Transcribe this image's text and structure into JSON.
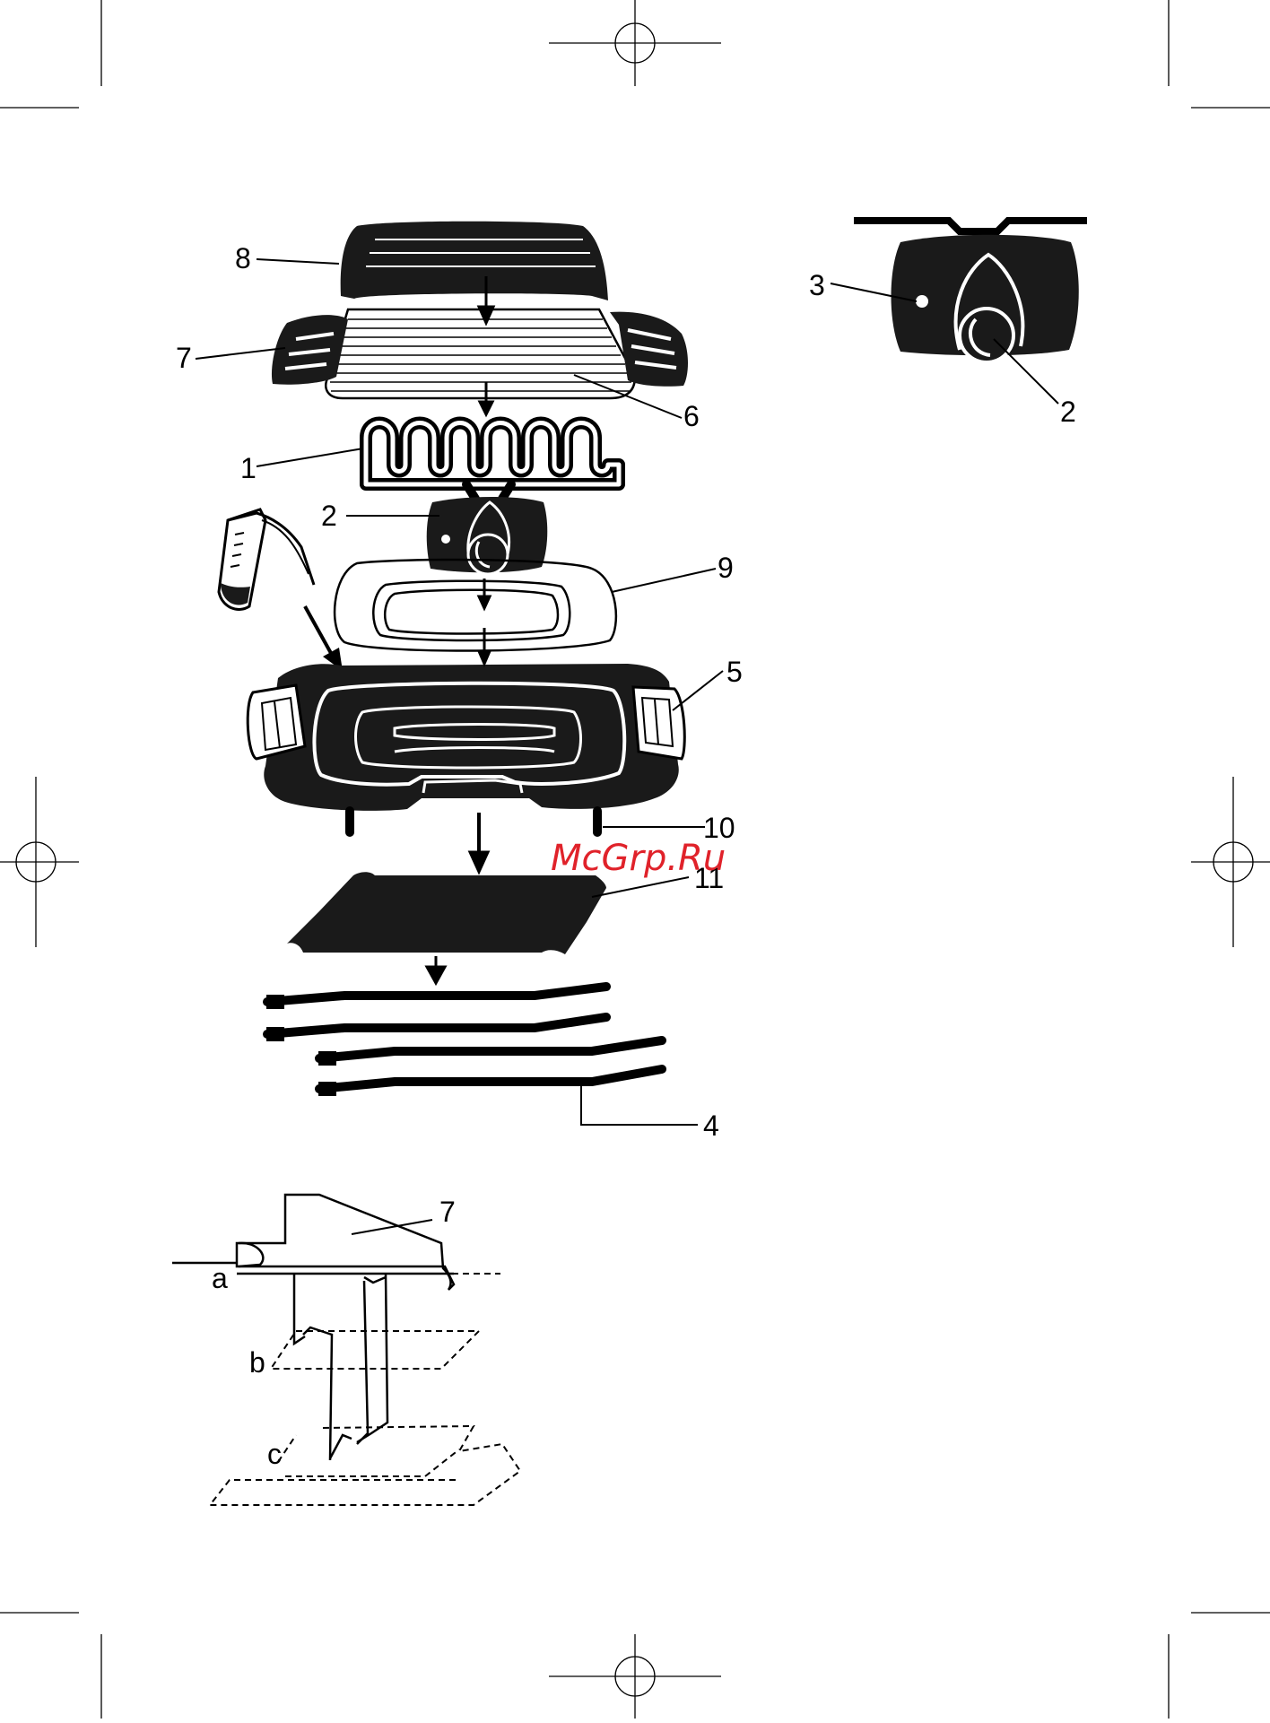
{
  "watermark": "McGrp.Ru",
  "colors": {
    "ink": "#000000",
    "paper": "#ffffff",
    "watermark": "#e0222a",
    "cover": "#1a1a1a"
  },
  "callouts": {
    "lid": "8",
    "side_handle": "7",
    "grill_plate": "6",
    "heating_element": "1",
    "thermostat": "2",
    "water_tray": "9",
    "base": "5",
    "feet": "10",
    "stand_plate": "11",
    "legs": "4"
  },
  "detail_thermostat": {
    "indicator_light": "3",
    "control_knob": "2"
  },
  "detail_handle": {
    "handle": "7",
    "position_a": "a",
    "position_b": "b",
    "position_c": "c"
  }
}
